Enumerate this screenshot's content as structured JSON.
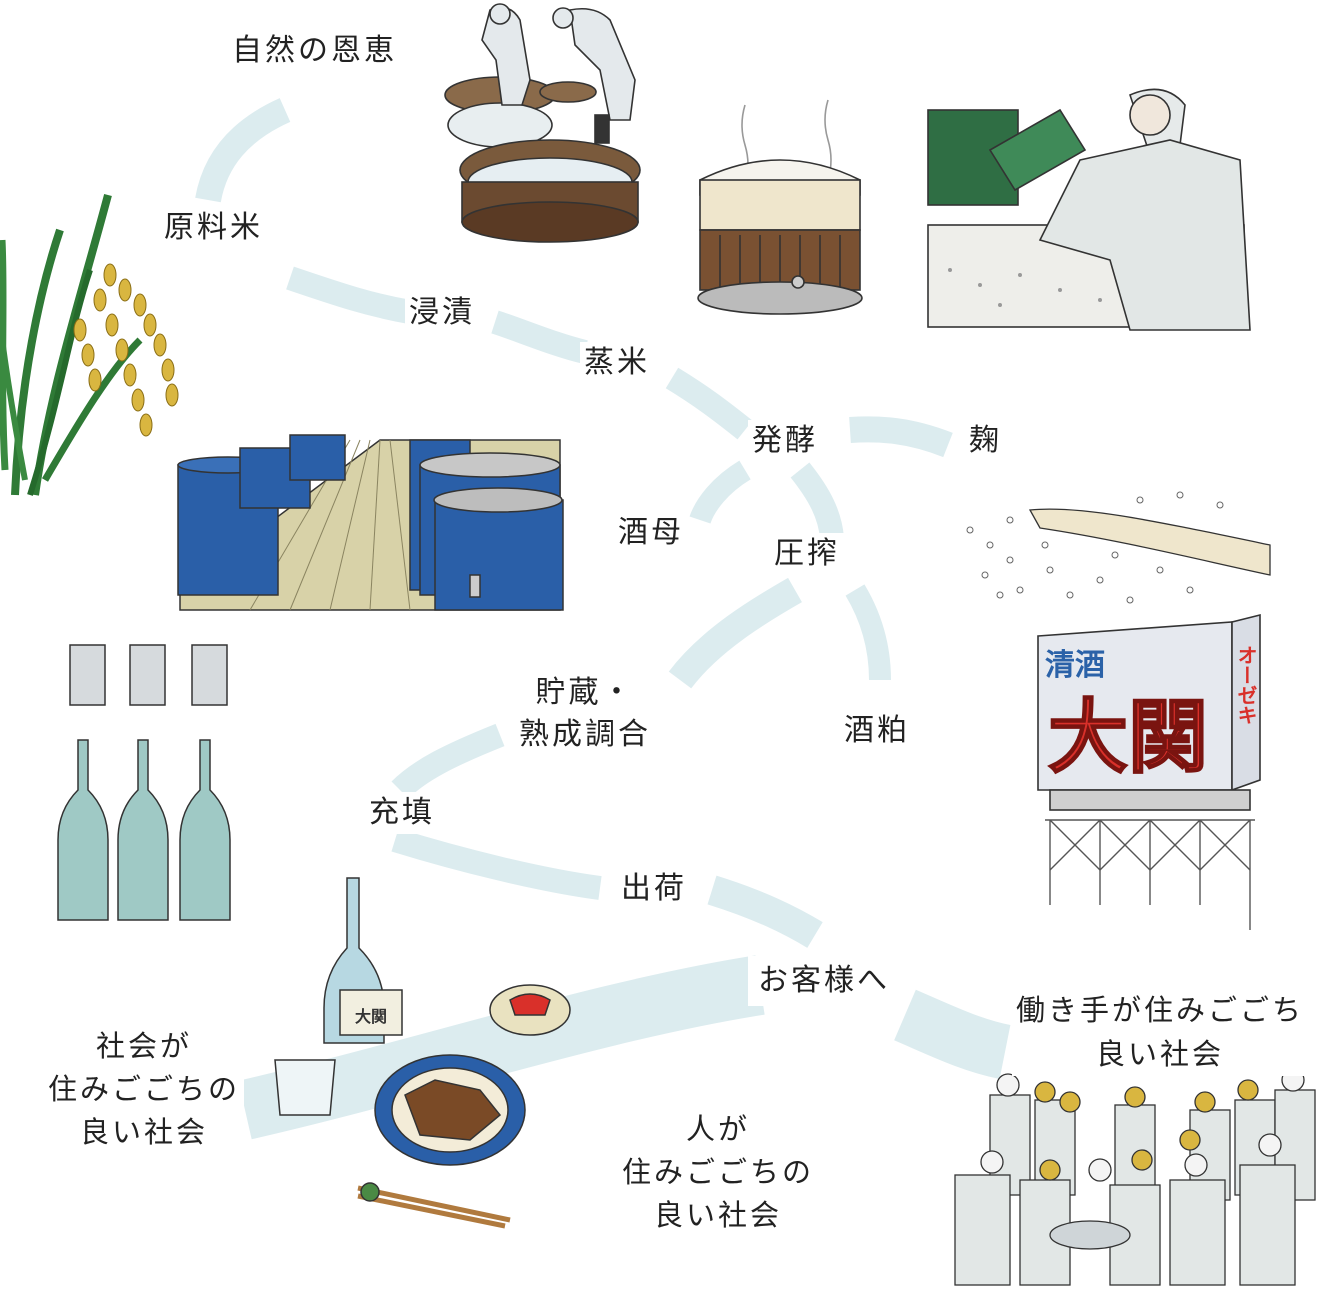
{
  "labels": {
    "nature": "自然の恩恵",
    "raw_rice": "原料米",
    "soaking": "浸漬",
    "steaming": "蒸米",
    "fermentation": "発酵",
    "koji": "麹",
    "yeast_starter": "酒母",
    "pressing": "圧搾",
    "storage": "貯蔵・\n熟成調合",
    "sake_lees": "酒粕",
    "bottling": "充填",
    "shipping": "出荷",
    "to_customers": "お客様へ",
    "workers_society": "働き手が住みごごち\n良い社会",
    "community_society": "社会が\n住みごごちの\n良い社会",
    "people_society": "人が\n住みごごちの\n良い社会"
  },
  "sign": {
    "small": "清酒",
    "brand": "大関",
    "side": "オーゼキ"
  },
  "bottle_label": "大関",
  "colors": {
    "flow": "#dcecef",
    "blue_tank": "#2a5fa8",
    "floor": "#d8d2a8",
    "bottle": "#9fc9c5",
    "rice": "#d9b640",
    "leaf": "#2f7a36",
    "sign_red": "#d9302a",
    "sign_blue": "#2b62a8"
  }
}
